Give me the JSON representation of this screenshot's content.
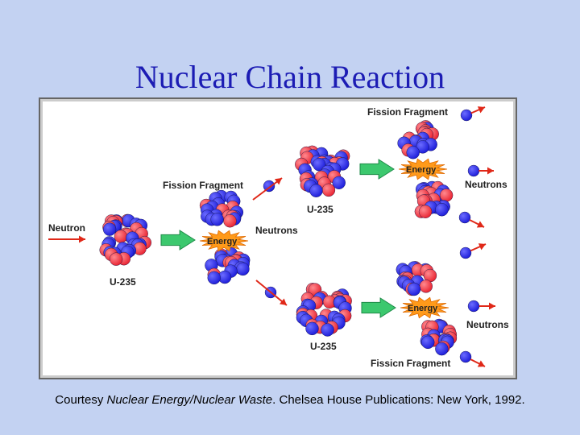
{
  "slide": {
    "title": "Nuclear Chain Reaction"
  },
  "diagram": {
    "labels": {
      "neutron": "Neutron",
      "u235": "U-235",
      "fission_fragment": "Fission Fragment",
      "fission_fragment_alt": "Fissicn Fragment",
      "energy": "Energy",
      "neutrons": "Neutrons"
    },
    "colors": {
      "proton": "#e8202e",
      "neutron": "#1a1ad8",
      "arrow_red": "#e02818",
      "energy_arrow": "#3cc86e",
      "energy_burst": "#ff9a1a"
    }
  },
  "caption": {
    "prefix": "Courtesy ",
    "source_title": "Nuclear Energy/Nuclear Waste",
    "suffix": ". Chelsea House Publications: New York, 1992."
  }
}
